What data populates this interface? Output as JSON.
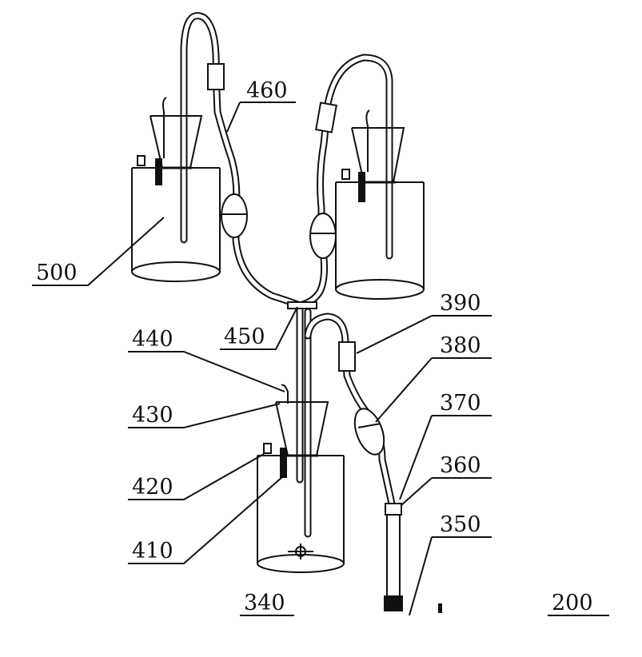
{
  "diagram": {
    "labels": {
      "l460": "460",
      "l500": "500",
      "l450": "450",
      "l440": "440",
      "l430": "430",
      "l420": "420",
      "l410": "410",
      "l340": "340",
      "l390": "390",
      "l380": "380",
      "l370": "370",
      "l360": "360",
      "l350": "350",
      "l200": "200"
    }
  }
}
